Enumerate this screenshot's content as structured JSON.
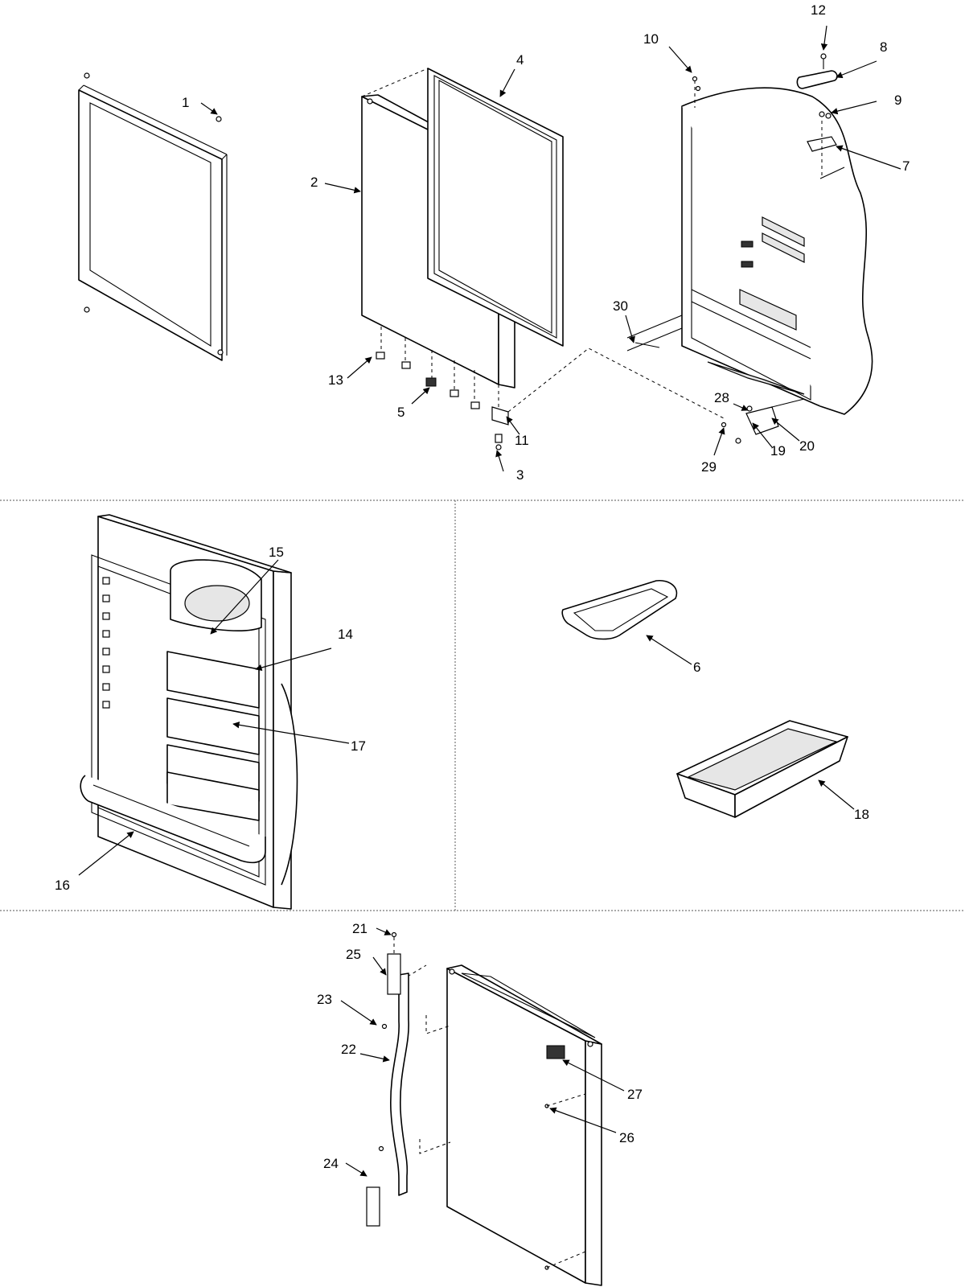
{
  "callouts": {
    "c1": "1",
    "c2": "2",
    "c3": "3",
    "c4": "4",
    "c5": "5",
    "c6": "6",
    "c7": "7",
    "c8": "8",
    "c9": "9",
    "c10": "10",
    "c11": "11",
    "c12": "12",
    "c13": "13",
    "c14": "14",
    "c15": "15",
    "c16": "16",
    "c17": "17",
    "c18": "18",
    "c19": "19",
    "c20": "20",
    "c21": "21",
    "c22": "22",
    "c23": "23",
    "c24": "24",
    "c25": "25",
    "c26": "26",
    "c27": "27",
    "c28": "28",
    "c29": "29",
    "c30": "30"
  },
  "colors": {
    "line": "#000000",
    "divider": "#777777",
    "background": "#ffffff"
  }
}
